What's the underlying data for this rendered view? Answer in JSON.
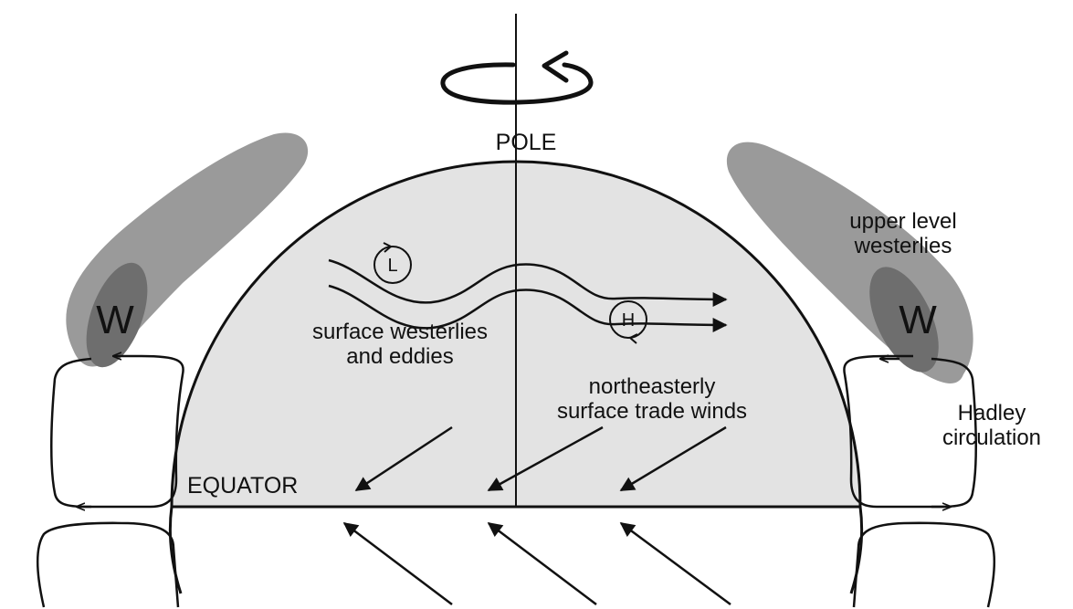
{
  "labels": {
    "pole": "POLE",
    "equator": "EQUATOR",
    "upper_level_westerlies": [
      "upper level",
      "westerlies"
    ],
    "hadley_circulation": [
      "Hadley",
      "circulation"
    ],
    "surface_westerlies": [
      "surface westerlies",
      "and eddies"
    ],
    "trade_winds": [
      "northeasterly",
      "surface trade winds"
    ],
    "jet_left": "W",
    "jet_right": "W",
    "low": "L",
    "high": "H"
  },
  "colors": {
    "hemisphere_fill": "#e3e3e3",
    "jet_outer": "#9a9a9a",
    "jet_inner": "#6e6e6e",
    "line": "#111111"
  }
}
